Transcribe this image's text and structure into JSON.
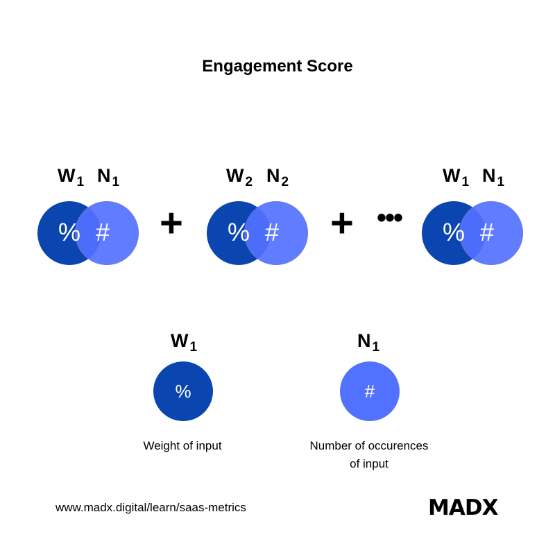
{
  "title": "Engagement Score",
  "terms": [
    {
      "w": "W",
      "w_sub": "1",
      "n": "N",
      "n_sub": "1",
      "w_symbol": "%",
      "n_symbol": "#"
    },
    {
      "w": "W",
      "w_sub": "2",
      "n": "N",
      "n_sub": "2",
      "w_symbol": "%",
      "n_symbol": "#"
    },
    {
      "w": "W",
      "w_sub": "1",
      "n": "N",
      "n_sub": "1",
      "w_symbol": "%",
      "n_symbol": "#"
    }
  ],
  "operators": {
    "plus": "+",
    "ellipsis": "•••"
  },
  "legend": {
    "weight": {
      "label": "W",
      "sub": "1",
      "symbol": "%",
      "description": "Weight of input"
    },
    "number": {
      "label": "N",
      "sub": "1",
      "symbol": "#",
      "description_line1": "Number of occurences",
      "description_line2": "of input"
    }
  },
  "footer": {
    "url": "www.madx.digital/learn/saas-metrics",
    "logo": "MADX"
  },
  "colors": {
    "weight": "#0b46b0",
    "number": "#5271ff",
    "text": "#000000",
    "background": "#ffffff"
  }
}
